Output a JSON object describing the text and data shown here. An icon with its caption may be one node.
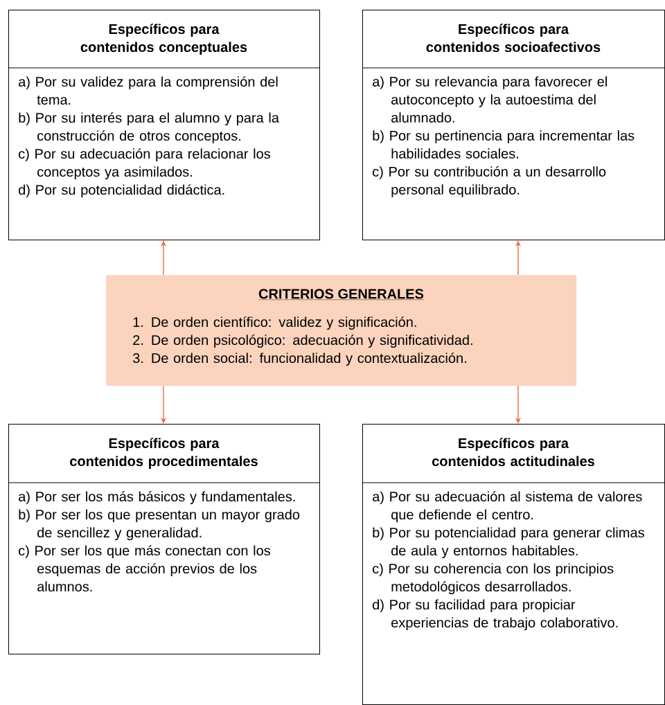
{
  "diagram": {
    "nodes": [
      {
        "text": [
          "Específicos para contenidos conceptuales",
          "a) Por su validez para la comprensión del tema.",
          "b) Por su interés para el alumno y para la construcción de otros conceptos.",
          "c) Por su adecuación para relacionar los conceptos ya asimilados.",
          "d) Por su potencialidad didáctica."
        ]
      },
      {
        "text": [
          "Específicos para contenidos socioafectivos",
          "a) Por su relevancia para favorecer el autoconcepto y la autoestima del alumnado.",
          "b) Por su pertinencia para incrementar las habilidades sociales.",
          "c) Por su contribución a un desarrollo personal equilibrado."
        ]
      },
      {
        "text": [
          "CRITERIOS GENERALES",
          "1. De orden científico: validez y significación.",
          "2. De orden psicológico: adecuación y significatividad.",
          "3. De orden social: funcionalidad y contextualización."
        ]
      },
      {
        "text": [
          "Específicos para contenidos procedimentales",
          "a) Por ser los más básicos y fundamentales.",
          "b) Por ser los que presentan un mayor grado de sencillez y generalidad.",
          "c) Por ser los que más conectan con los esquemas de acción previos de los alumnos."
        ]
      },
      {
        "text": [
          "Específicos para contenidos actitudinales",
          "a) Por su adecuación al sistema de valores que defiende el centro.",
          "b) Por su potencialidad para generar climas de aula y entornos habitables.",
          "c) Por su coherencia con los principios metodológicos desarrollados.",
          "d) Por su facilidad para propiciar experiencias de trabajo colaborativo."
        ]
      }
    ],
    "edges": [
      {
        "from": 2,
        "to": 0,
        "arrow": "to"
      },
      {
        "from": 2,
        "to": 1,
        "arrow": "to"
      },
      {
        "from": 2,
        "to": 3,
        "arrow": "to"
      },
      {
        "from": 2,
        "to": 4,
        "arrow": "to"
      }
    ]
  }
}
